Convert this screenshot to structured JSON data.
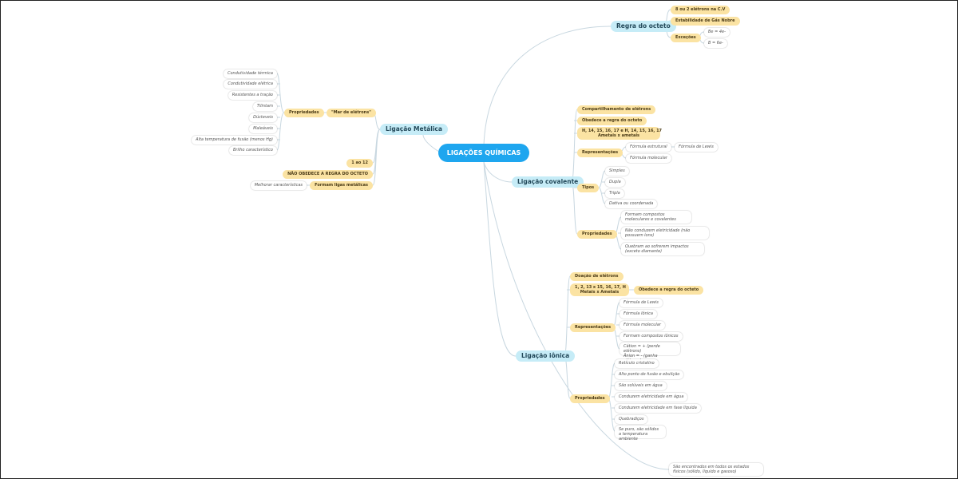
{
  "root": "LIGAÇÕES QUÍMICAS",
  "regra_octeto": {
    "title": "Regra do octeto",
    "item1": "8 ou 2 elétrons na C.V",
    "item2": "Estabilidade de Gás Nobre",
    "excecoes": "Exceções",
    "exc1": "Be = 4e-",
    "exc2": "B = 6e-"
  },
  "metalica": {
    "title": "Ligação Metálica",
    "propriedades": "Propriedades",
    "mar": "\"Mar de elétrons\"",
    "props": [
      "Condutividade térmica",
      "Condutividade elétrica",
      "Resistentes a tração",
      "Tilintam",
      "Dúcteveis",
      "Maleáveis",
      "Alta temperatura de fusão (menos Hg)",
      "Brilho característico"
    ],
    "familias": "1 ao 12",
    "nao_obedece": "NÃO OBEDECE A REGRA DO OCTETO",
    "ligas": "Formam ligas metálicas",
    "melhorar": "Melhorar características"
  },
  "covalente": {
    "title": "Ligação covalente",
    "compartilhamento": "Compartilhamento de elétrons",
    "obedece": "Obedece a regra do octeto",
    "familias_l1": "H, 14, 15, 16, 17 e H, 14, 15, 16, 17",
    "familias_l2": "Ametais x ametais",
    "representacoes": "Representações",
    "rep1": "Fórmula estrutural",
    "rep1a": "Fórmula de Lewis",
    "rep2": "Fórmula molecular",
    "tipos": "Tipos",
    "tipo1": "Simples",
    "tipo2": "Dupla",
    "tipo3": "Tripla",
    "tipo4": "Dativa ou coordenada",
    "propriedades": "Propriedades",
    "prop1": "Formam compostos moleculares e covalentes",
    "prop2": "Não conduzem eletricidade (não possuem íons)",
    "prop3": "Quebram ao sofrerem impactos (exceto diamante)"
  },
  "ionica": {
    "title": "Ligação iônica",
    "doacao": "Doação de elétrons",
    "familias_l1": "1, 2, 13 x 15, 16, 17, H",
    "familias_l2": "Metais x Ametais",
    "obedece": "Obedece a regra do octeto",
    "representacoes": "Representações",
    "rep": [
      "Fórmula de Lewis",
      "Fórmula Iônica",
      "Fórmula molecular",
      "Formam compostos iônicos"
    ],
    "rep5_l1": "Cátion = + (perde elétrons)",
    "rep5_l2": "Ânion = - (ganha elétrons)",
    "propriedades": "Propriedades",
    "props": [
      "Retículo cristalino",
      "Alto ponto de fusão e ebulição",
      "São solúveis em água",
      "Conduzem eletricidade em água",
      "Conduzem eletricidade em fase líquida",
      "Quebradiços"
    ],
    "prop7": "Se puro, são sólidos a temperatura ambiente"
  },
  "estados": "São encontrados em todos os estados físicos (sólido, líquido e gasoso)",
  "colors": {
    "root": "#1ea6ef",
    "main": "#c6ecf7",
    "sub": "#fbe3a3",
    "link": "#c8d7e0"
  }
}
